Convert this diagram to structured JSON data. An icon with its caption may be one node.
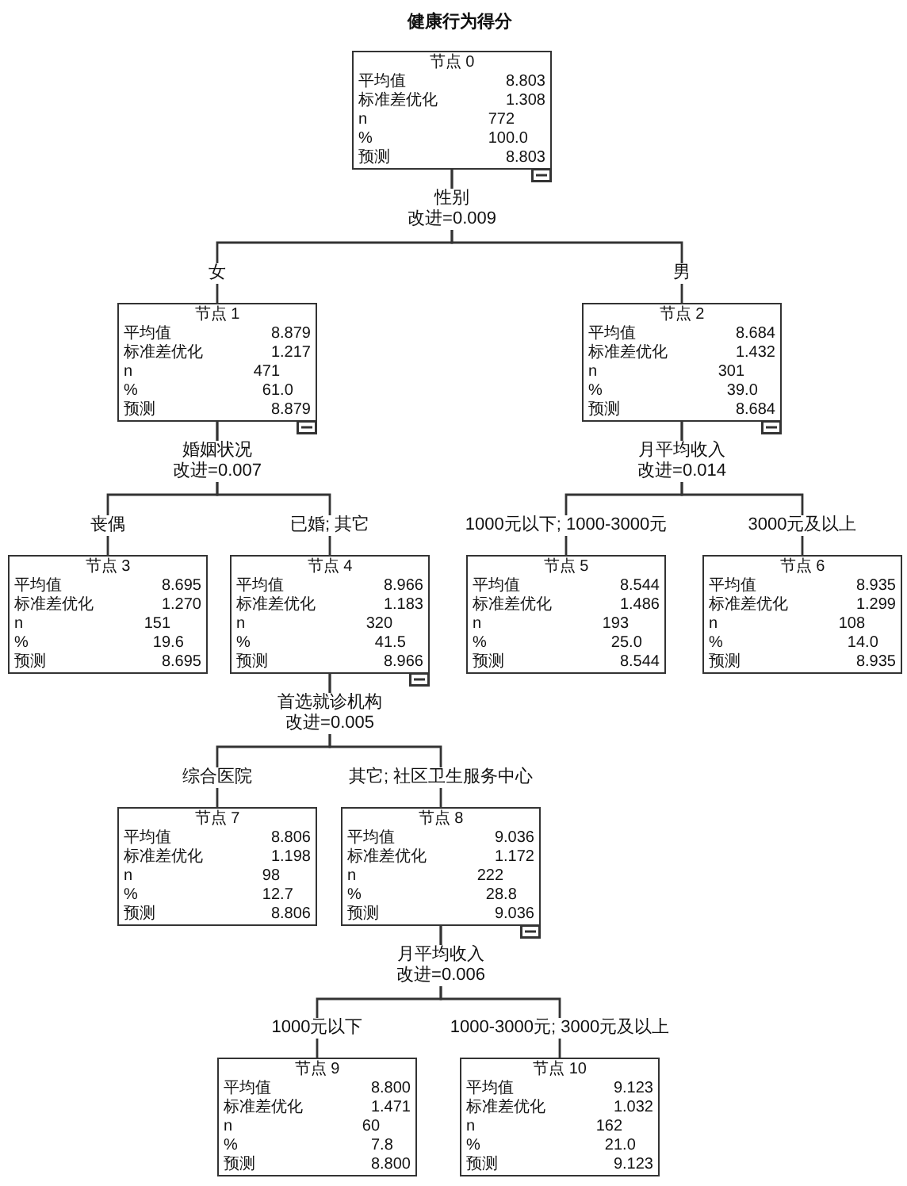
{
  "diagram": {
    "title": "健康行为得分",
    "nodes": [
      {
        "text": [
          "节点 0",
          "平均值",
          "8.803",
          "标准差优化",
          "1.308",
          "n",
          "772",
          "%",
          "100.0",
          "预测",
          "8.803"
        ],
        "beside": [
          "性别",
          "改进=0.009"
        ]
      },
      {
        "text": [
          "节点 1",
          "平均值",
          "8.879",
          "标准差优化",
          "1.217",
          "n",
          "471",
          "%",
          "61.0",
          "预测",
          "8.879"
        ],
        "beside": [
          "婚姻状况",
          "改进=0.007"
        ]
      },
      {
        "text": [
          "节点 2",
          "平均值",
          "8.684",
          "标准差优化",
          "1.432",
          "n",
          "301",
          "%",
          "39.0",
          "预测",
          "8.684"
        ],
        "beside": [
          "月平均收入",
          "改进=0.014"
        ]
      },
      {
        "text": [
          "节点 3",
          "平均值",
          "8.695",
          "标准差优化",
          "1.270",
          "n",
          "151",
          "%",
          "19.6",
          "预测",
          "8.695"
        ]
      },
      {
        "text": [
          "节点 4",
          "平均值",
          "8.966",
          "标准差优化",
          "1.183",
          "n",
          "320",
          "%",
          "41.5",
          "预测",
          "8.966"
        ],
        "beside": [
          "首选就诊机构",
          "改进=0.005"
        ]
      },
      {
        "text": [
          "节点 5",
          "平均值",
          "8.544",
          "标准差优化",
          "1.486",
          "n",
          "193",
          "%",
          "25.0",
          "预测",
          "8.544"
        ]
      },
      {
        "text": [
          "节点 6",
          "平均值",
          "8.935",
          "标准差优化",
          "1.299",
          "n",
          "108",
          "%",
          "14.0",
          "预测",
          "8.935"
        ]
      },
      {
        "text": [
          "节点 7",
          "平均值",
          "8.806",
          "标准差优化",
          "1.198",
          "n",
          "98",
          "%",
          "12.7",
          "预测",
          "8.806"
        ]
      },
      {
        "text": [
          "节点 8",
          "平均值",
          "9.036",
          "标准差优化",
          "1.172",
          "n",
          "222",
          "%",
          "28.8",
          "预测",
          "9.036"
        ],
        "beside": [
          "月平均收入",
          "改进=0.006"
        ]
      },
      {
        "text": [
          "节点 9",
          "平均值",
          "8.800",
          "标准差优化",
          "1.471",
          "n",
          "60",
          "%",
          "7.8",
          "预测",
          "8.800"
        ]
      },
      {
        "text": [
          "节点 10",
          "平均值",
          "9.123",
          "标准差优化",
          "1.032",
          "n",
          "162",
          "%",
          "21.0",
          "预测",
          "9.123"
        ]
      }
    ],
    "edges": [
      {
        "from": 0,
        "to": 1,
        "arrow": "none",
        "label": "女"
      },
      {
        "from": 0,
        "to": 2,
        "arrow": "none",
        "label": "男"
      },
      {
        "from": 1,
        "to": 3,
        "arrow": "none",
        "label": "丧偶"
      },
      {
        "from": 1,
        "to": 4,
        "arrow": "none",
        "label": "已婚; 其它"
      },
      {
        "from": 2,
        "to": 5,
        "arrow": "none",
        "label": "1000元以下; 1000-3000元"
      },
      {
        "from": 2,
        "to": 6,
        "arrow": "none",
        "label": "3000元及以上"
      },
      {
        "from": 4,
        "to": 7,
        "arrow": "none",
        "label": "综合医院"
      },
      {
        "from": 4,
        "to": 8,
        "arrow": "none",
        "label": "其它; 社区卫生服务中心"
      },
      {
        "from": 8,
        "to": 9,
        "arrow": "none",
        "label": "1000元以下"
      },
      {
        "from": 8,
        "to": 10,
        "arrow": "none",
        "label": "1000-3000元; 3000元及以上"
      }
    ]
  }
}
